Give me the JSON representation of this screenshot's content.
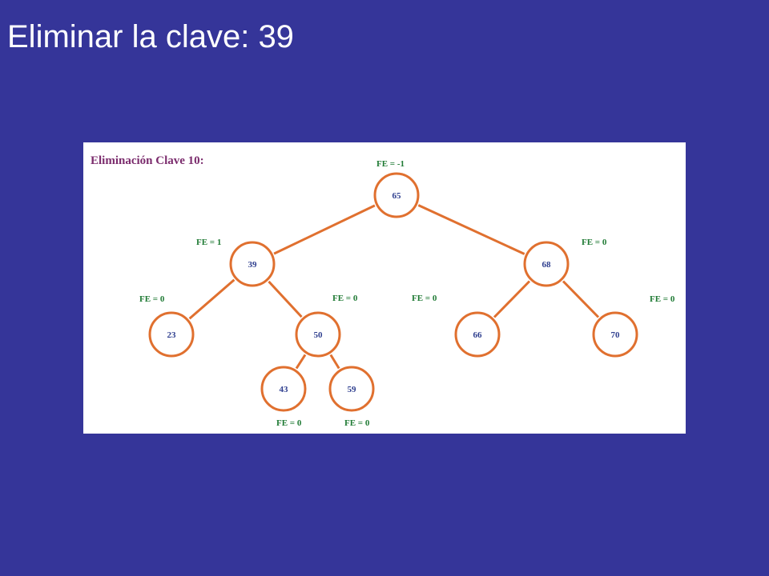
{
  "slide": {
    "title": "Eliminar la clave: 39",
    "background": "#353599",
    "title_color": "#ffffff"
  },
  "figure": {
    "heading": "Eliminación Clave 10:",
    "colors": {
      "heading": "#7b2c6d",
      "edge": "#e0702f",
      "node_stroke": "#e0702f",
      "node_text": "#2f3f8f",
      "fe_text": "#1f7a34",
      "panel": "#ffffff"
    }
  },
  "tree": {
    "nodes": [
      {
        "id": "n65",
        "key": "65",
        "fe": "FE = -1"
      },
      {
        "id": "n39",
        "key": "39",
        "fe": "FE = 1"
      },
      {
        "id": "n68",
        "key": "68",
        "fe": "FE = 0"
      },
      {
        "id": "n23",
        "key": "23",
        "fe": "FE = 0"
      },
      {
        "id": "n50",
        "key": "50",
        "fe": "FE = 0"
      },
      {
        "id": "n66",
        "key": "66",
        "fe": "FE = 0"
      },
      {
        "id": "n70",
        "key": "70",
        "fe": "FE = 0"
      },
      {
        "id": "n43",
        "key": "43",
        "fe": "FE = 0"
      },
      {
        "id": "n59",
        "key": "59",
        "fe": "FE = 0"
      }
    ],
    "edges": [
      {
        "from": "n65",
        "to": "n39"
      },
      {
        "from": "n65",
        "to": "n68"
      },
      {
        "from": "n39",
        "to": "n23"
      },
      {
        "from": "n39",
        "to": "n50"
      },
      {
        "from": "n68",
        "to": "n66"
      },
      {
        "from": "n68",
        "to": "n70"
      },
      {
        "from": "n50",
        "to": "n43"
      },
      {
        "from": "n50",
        "to": "n59"
      }
    ]
  }
}
